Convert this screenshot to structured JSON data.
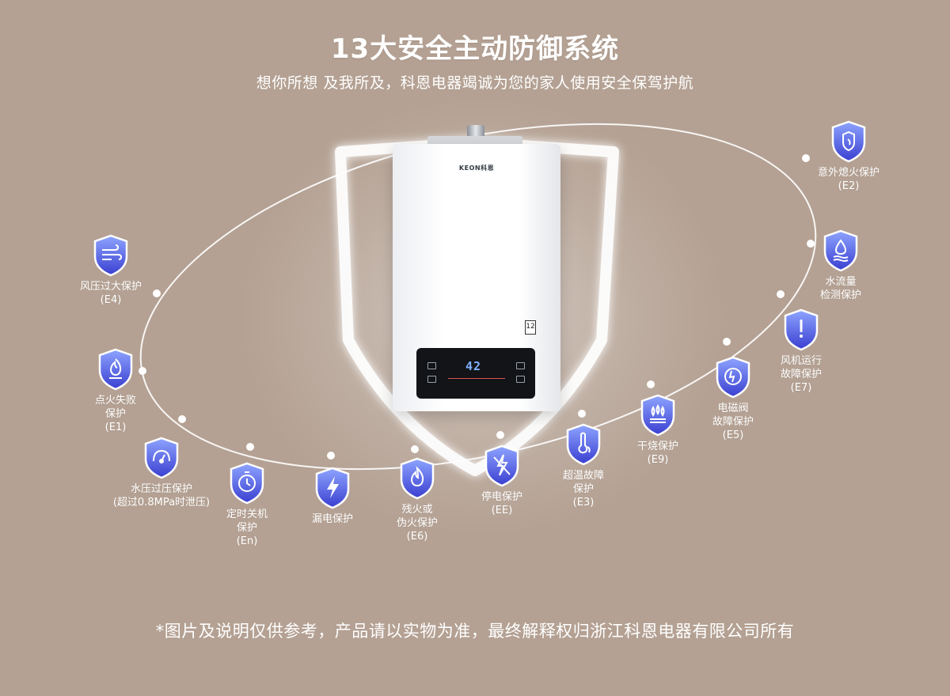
{
  "header": {
    "title": "13大安全主动防御系统",
    "subtitle": "想你所想 及我所及，科恩电器竭诚为您的家人使用安全保驾护航"
  },
  "footer": {
    "disclaimer": "*图片及说明仅供参考，产品请以实物为准，最终解释权归浙江科恩电器有限公司所有"
  },
  "product": {
    "brand": "KEON科恩",
    "display_temp": "42",
    "cert_mark": "12"
  },
  "colors": {
    "background": "#b4a193",
    "shield_light": "#8ea4ff",
    "shield_dark": "#3a3fd0",
    "shield_border": "#ffffff",
    "text": "#ffffff"
  },
  "features": [
    {
      "id": "e2",
      "label": "意外熄火保护\n(E2)",
      "icon": "flame-shield-icon"
    },
    {
      "id": "water-flow",
      "label": "水流量\n检测保护",
      "icon": "water-drop-icon"
    },
    {
      "id": "e7",
      "label": "风机运行\n故障保护\n(E7)",
      "icon": "exclamation-icon"
    },
    {
      "id": "e5",
      "label": "电磁阀\n故障保护\n(E5)",
      "icon": "valve-icon"
    },
    {
      "id": "e9",
      "label": "干烧保护\n(E9)",
      "icon": "dry-burn-icon"
    },
    {
      "id": "e3",
      "label": "超温故障\n保护\n(E3)",
      "icon": "thermometer-icon"
    },
    {
      "id": "ee",
      "label": "停电保护\n(EE)",
      "icon": "power-off-icon"
    },
    {
      "id": "e6",
      "label": "残火或\n伪火保护\n(E6)",
      "icon": "flame-icon"
    },
    {
      "id": "leak",
      "label": "漏电保护",
      "icon": "lightning-icon"
    },
    {
      "id": "en",
      "label": "定时关机\n保护\n(En)",
      "icon": "timer-icon"
    },
    {
      "id": "pressure",
      "label": "水压过压保护\n(超过0.8MPa时泄压)",
      "icon": "gauge-icon"
    },
    {
      "id": "e1",
      "label": "点火失败\n保护\n(E1)",
      "icon": "ignition-icon"
    },
    {
      "id": "e4",
      "label": "风压过大保护\n(E4)",
      "icon": "wind-icon"
    }
  ]
}
